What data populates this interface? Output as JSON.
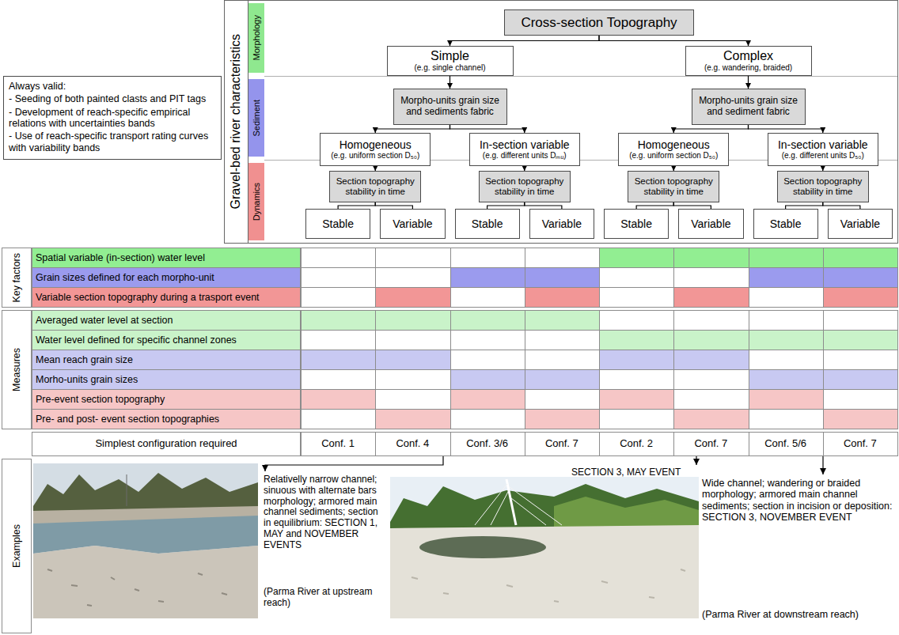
{
  "diagram": {
    "nodes": [
      {
        "text": [
          "Cross-section Topography"
        ]
      },
      {
        "text": [
          "Simple",
          "(e.g. single channel)"
        ]
      },
      {
        "text": [
          "Complex",
          "(e.g. wandering, braided)"
        ]
      },
      {
        "text": [
          "Morpho-units grain size and sediments fabric"
        ]
      },
      {
        "text": [
          "Morpho-units grain size and sediment fabric"
        ]
      },
      {
        "text": [
          "Homogeneous",
          "(e.g. uniform section D₅₀)"
        ]
      },
      {
        "text": [
          "In-section variable",
          "(e.g. different units Dₘᵤ)"
        ]
      },
      {
        "text": [
          "Homogeneous",
          "(e.g. uniform section D₅₀)"
        ]
      },
      {
        "text": [
          "In-section variable",
          "(e.g. different units D₅₀)"
        ]
      },
      {
        "text": [
          "Section topography stability in time"
        ]
      },
      {
        "text": [
          "Section topography stability in time"
        ]
      },
      {
        "text": [
          "Section topography stability in time"
        ]
      },
      {
        "text": [
          "Section topography stability in time"
        ]
      },
      {
        "text": [
          "Stable"
        ]
      },
      {
        "text": [
          "Variable"
        ]
      },
      {
        "text": [
          "Stable"
        ]
      },
      {
        "text": [
          "Variable"
        ]
      },
      {
        "text": [
          "Stable"
        ]
      },
      {
        "text": [
          "Variable"
        ]
      },
      {
        "text": [
          "Stable"
        ]
      },
      {
        "text": [
          "Variable"
        ]
      },
      {
        "text": [
          "Morphology"
        ]
      },
      {
        "text": [
          "Sediment"
        ]
      },
      {
        "text": [
          "Dynamics"
        ]
      },
      {
        "text": [
          "Always valid:",
          "- Seeding of both painted clasts and PIT tags",
          "- Development of reach-specific empirical relations with uncertainties bands",
          "- Use of reach-specific transport rating curves with variability bands"
        ]
      }
    ],
    "edges": [
      {
        "from": 0,
        "to": 1,
        "arrow": "to"
      },
      {
        "from": 0,
        "to": 2,
        "arrow": "to"
      },
      {
        "from": 1,
        "to": 3,
        "arrow": "to"
      },
      {
        "from": 2,
        "to": 4,
        "arrow": "to"
      },
      {
        "from": 3,
        "to": 5,
        "arrow": "to"
      },
      {
        "from": 3,
        "to": 6,
        "arrow": "to"
      },
      {
        "from": 4,
        "to": 7,
        "arrow": "to"
      },
      {
        "from": 4,
        "to": 8,
        "arrow": "to"
      },
      {
        "from": 5,
        "to": 9,
        "arrow": "to"
      },
      {
        "from": 6,
        "to": 10,
        "arrow": "to"
      },
      {
        "from": 7,
        "to": 11,
        "arrow": "to"
      },
      {
        "from": 8,
        "to": 12,
        "arrow": "to"
      },
      {
        "from": 9,
        "to": 13,
        "arrow": "none"
      },
      {
        "from": 9,
        "to": 14,
        "arrow": "none"
      },
      {
        "from": 10,
        "to": 15,
        "arrow": "none"
      },
      {
        "from": 10,
        "to": 16,
        "arrow": "none"
      },
      {
        "from": 11,
        "to": 17,
        "arrow": "none"
      },
      {
        "from": 11,
        "to": 18,
        "arrow": "none"
      },
      {
        "from": 12,
        "to": 19,
        "arrow": "none"
      },
      {
        "from": 12,
        "to": 20,
        "arrow": "none"
      }
    ],
    "labels": [
      "Gravel-bed river characteristics",
      "Key factors",
      "Spatial variable (in-section) water level",
      "Grain sizes defined for each morpho-unit",
      "Variable section topography during a trasport event",
      "Measures",
      "Averaged water level at section",
      "Water level defined for specific channel zones",
      "Mean reach grain size",
      "Morho-units grain  sizes",
      "Pre-event section topography",
      "Pre- and post- event section topographies",
      "Simplest configuration required",
      "Conf. 1",
      "Conf. 4",
      "Conf. 3/6",
      "Conf. 7",
      "Conf. 2",
      "Conf. 7",
      "Conf. 5/6",
      "Conf. 7",
      "Examples",
      "Relativelly narrow channel; sinuous with alternate bars morphology; armored main channel sediments; section in equilibrium: SECTION 1, MAY and NOVEMBER EVENTS",
      "(Parma River at upstream reach)",
      "SECTION 3, MAY EVENT",
      "Wide channel; wandering or braided morphology; armored main channel sediments; section in incision or deposition: SECTION 3, NOVEMBER EVENT",
      "(Parma River at downstream reach)"
    ]
  }
}
